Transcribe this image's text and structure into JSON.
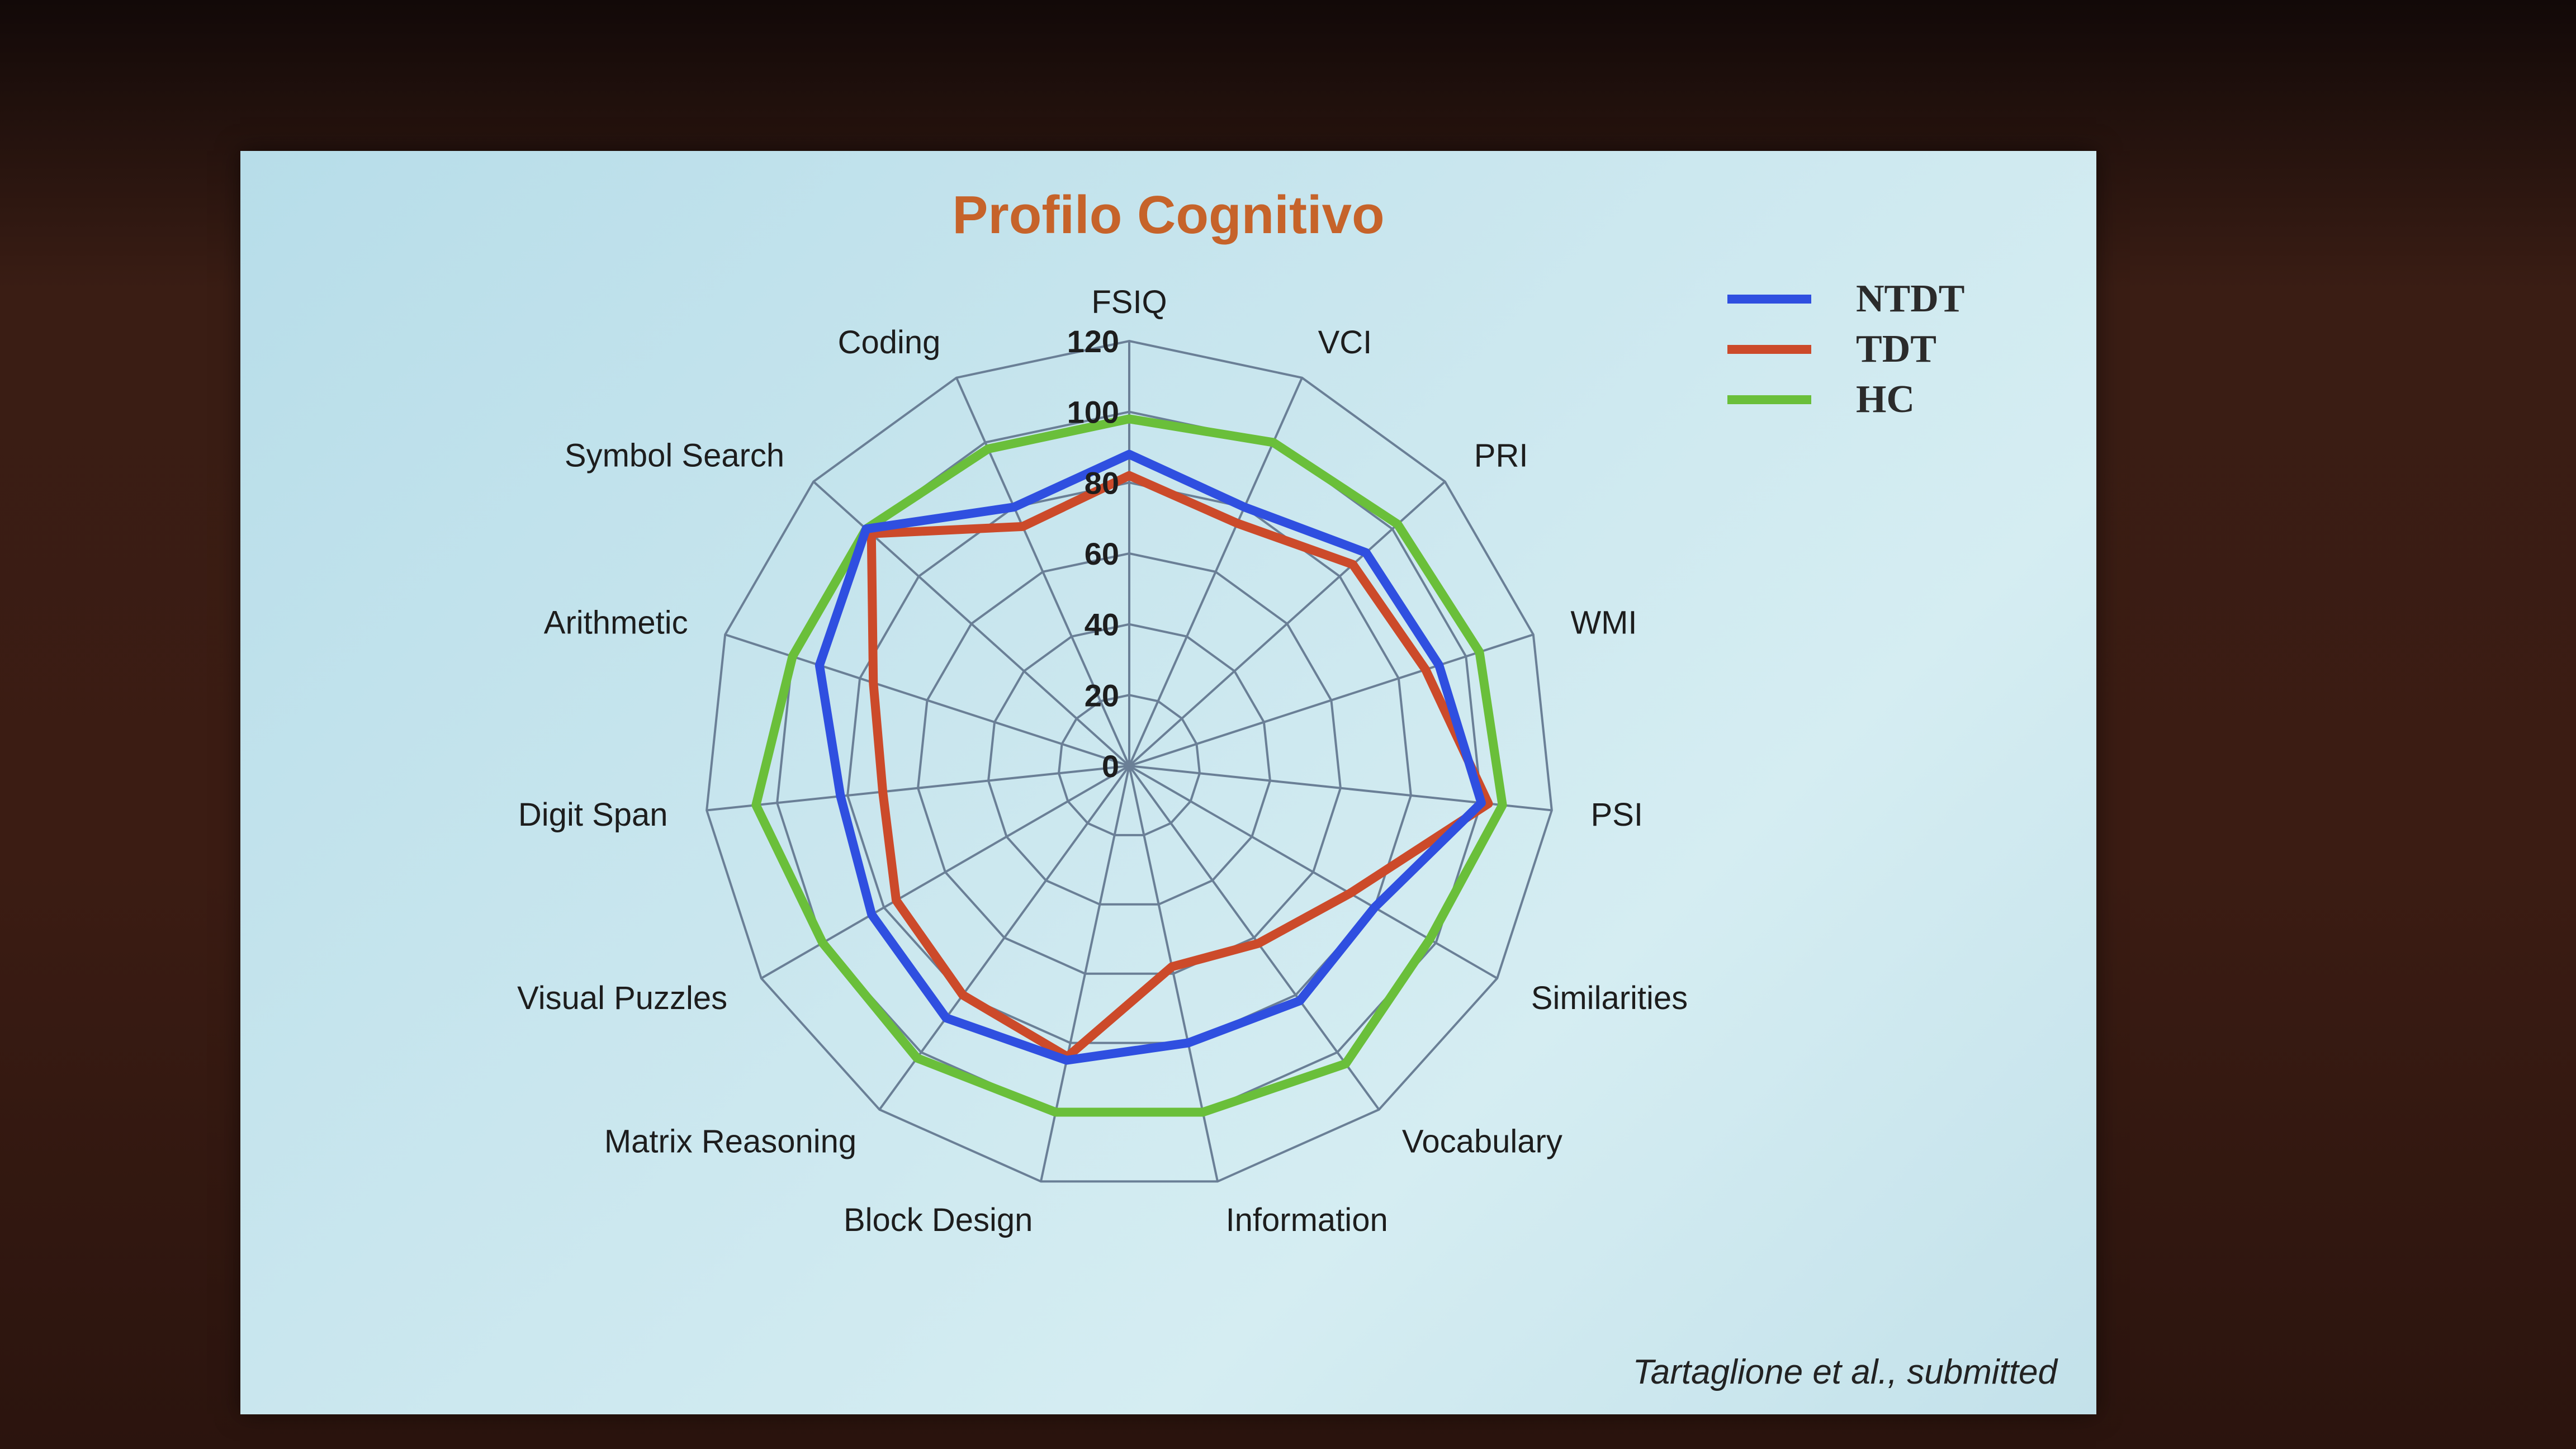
{
  "chart_data": {
    "type": "radar",
    "title": "Profilo Cognitivo",
    "axes": [
      "FSIQ",
      "VCI",
      "PRI",
      "WMI",
      "PSI",
      "Similarities",
      "Vocabulary",
      "Information",
      "Block Design",
      "Matrix Reasoning",
      "Visual Puzzles",
      "Digit Span",
      "Arithmetic",
      "Symbol Search",
      "Coding"
    ],
    "ticks": [
      0,
      20,
      40,
      60,
      80,
      100,
      120
    ],
    "range": [
      0,
      120
    ],
    "series": [
      {
        "name": "NTDT",
        "color": "#2f4fe0",
        "values": [
          88,
          80,
          90,
          92,
          100,
          80,
          82,
          80,
          85,
          88,
          84,
          82,
          92,
          100,
          80
        ]
      },
      {
        "name": "TDT",
        "color": "#cc4a2a",
        "values": [
          82,
          75,
          85,
          88,
          102,
          72,
          62,
          58,
          84,
          80,
          76,
          70,
          76,
          98,
          74
        ]
      },
      {
        "name": "HC",
        "color": "#6abf3a",
        "values": [
          98,
          100,
          102,
          104,
          106,
          98,
          104,
          100,
          100,
          102,
          100,
          106,
          100,
          100,
          98
        ]
      }
    ],
    "legend_position": "top-right"
  },
  "citation": "Tartaglione et al., submitted"
}
